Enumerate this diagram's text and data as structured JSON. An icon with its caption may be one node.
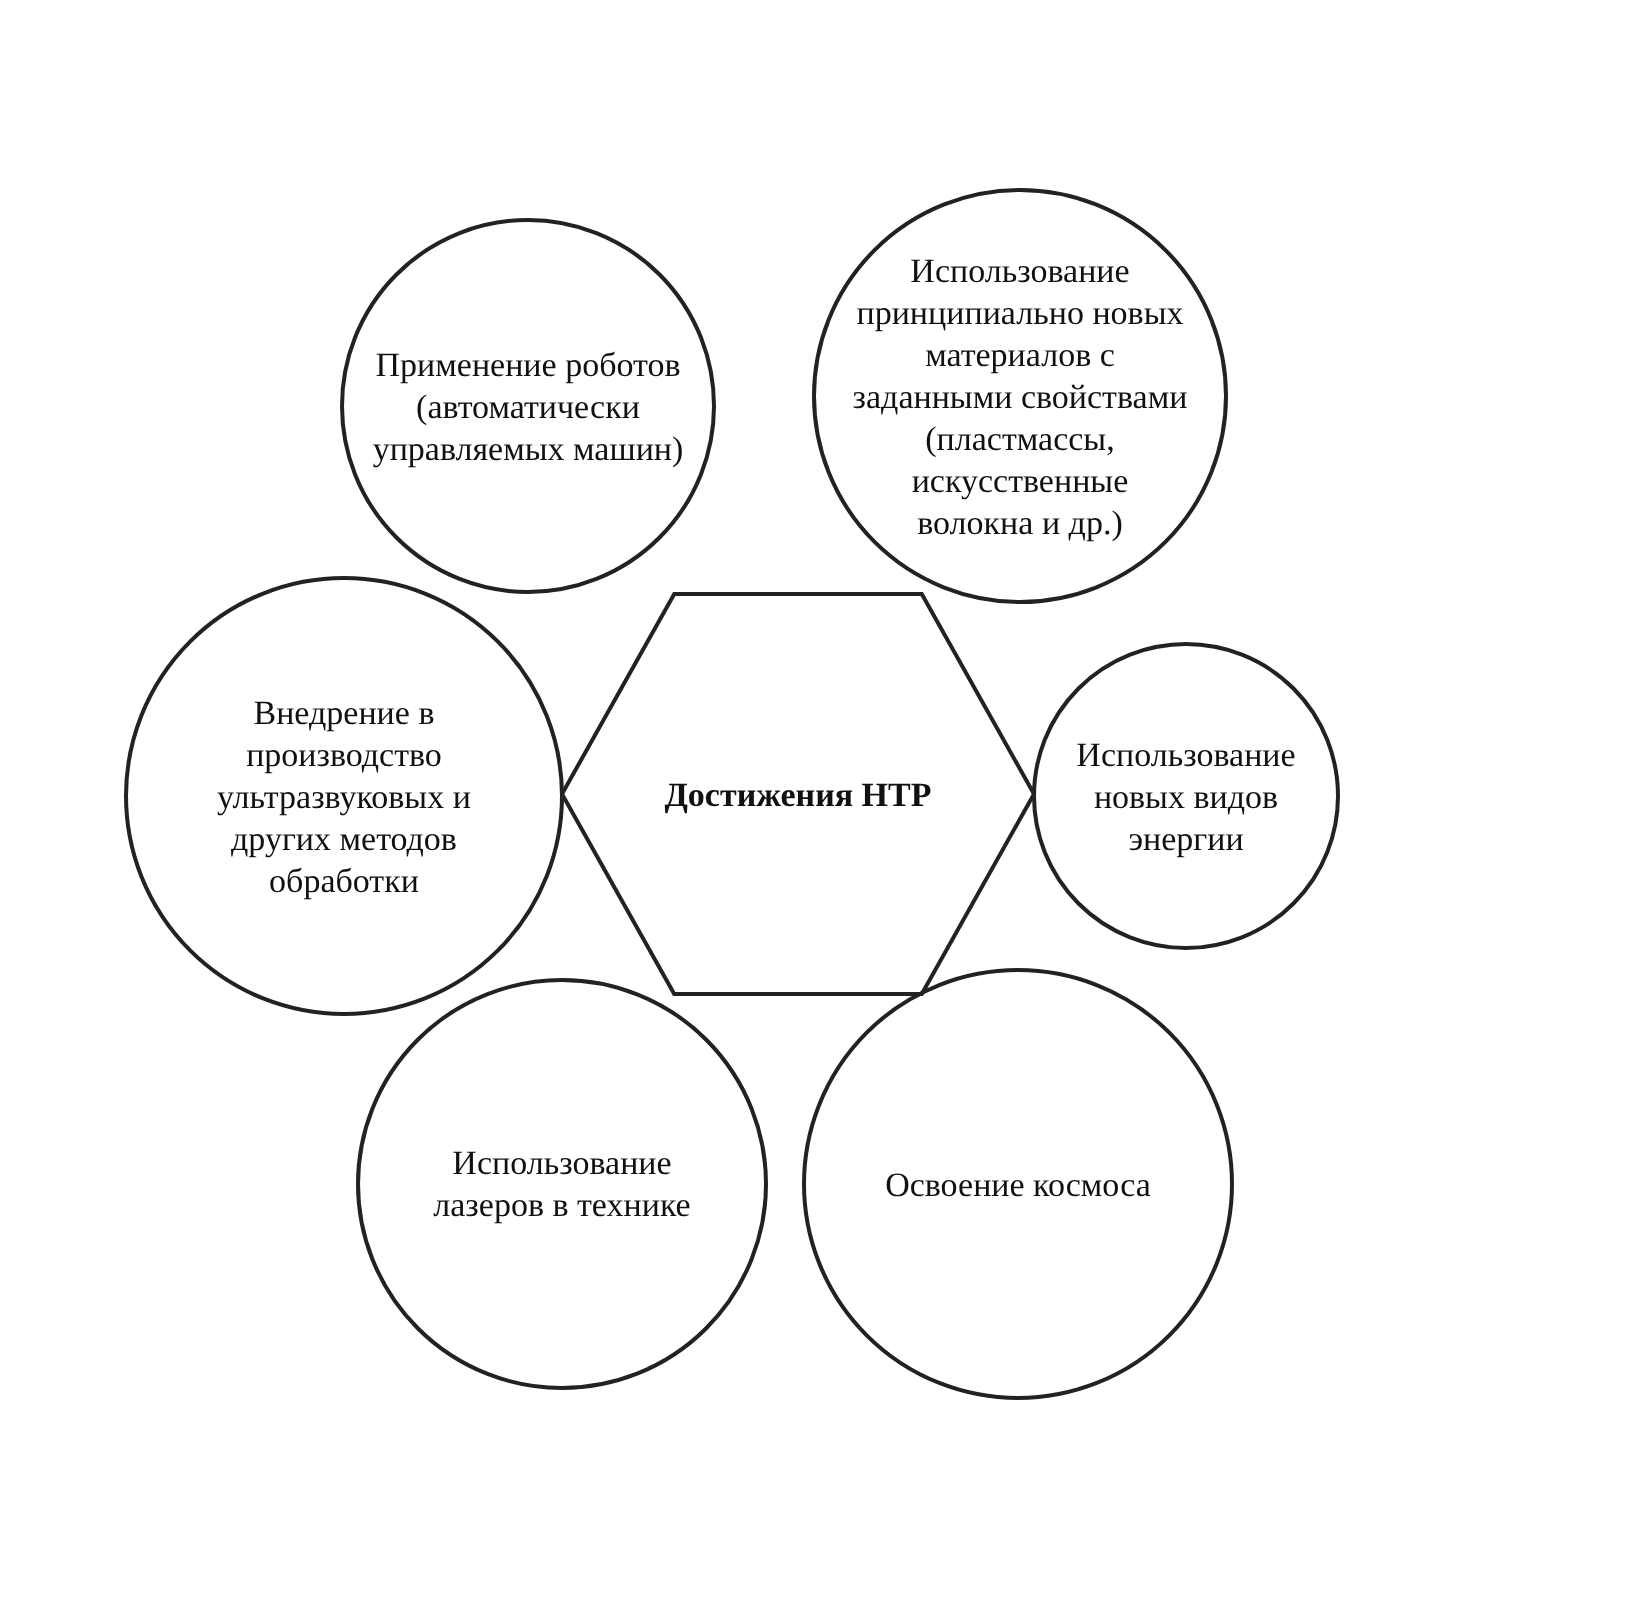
{
  "diagram": {
    "nodes": [
      {
        "text": [
          "Достижения НТР"
        ]
      },
      {
        "text": [
          "Применение роботов (автоматически управляемых машин)"
        ]
      },
      {
        "text": [
          "Использование принципиально новых материалов с заданными свойствами (пластмассы, искусственные волокна и др.)"
        ]
      },
      {
        "text": [
          "Внедрение в производство ультразвуковых и других методов обработки"
        ]
      },
      {
        "text": [
          "Использование новых видов энергии"
        ]
      },
      {
        "text": [
          "Использование лазеров в технике"
        ]
      },
      {
        "text": [
          "Освоение космоса"
        ]
      }
    ]
  }
}
